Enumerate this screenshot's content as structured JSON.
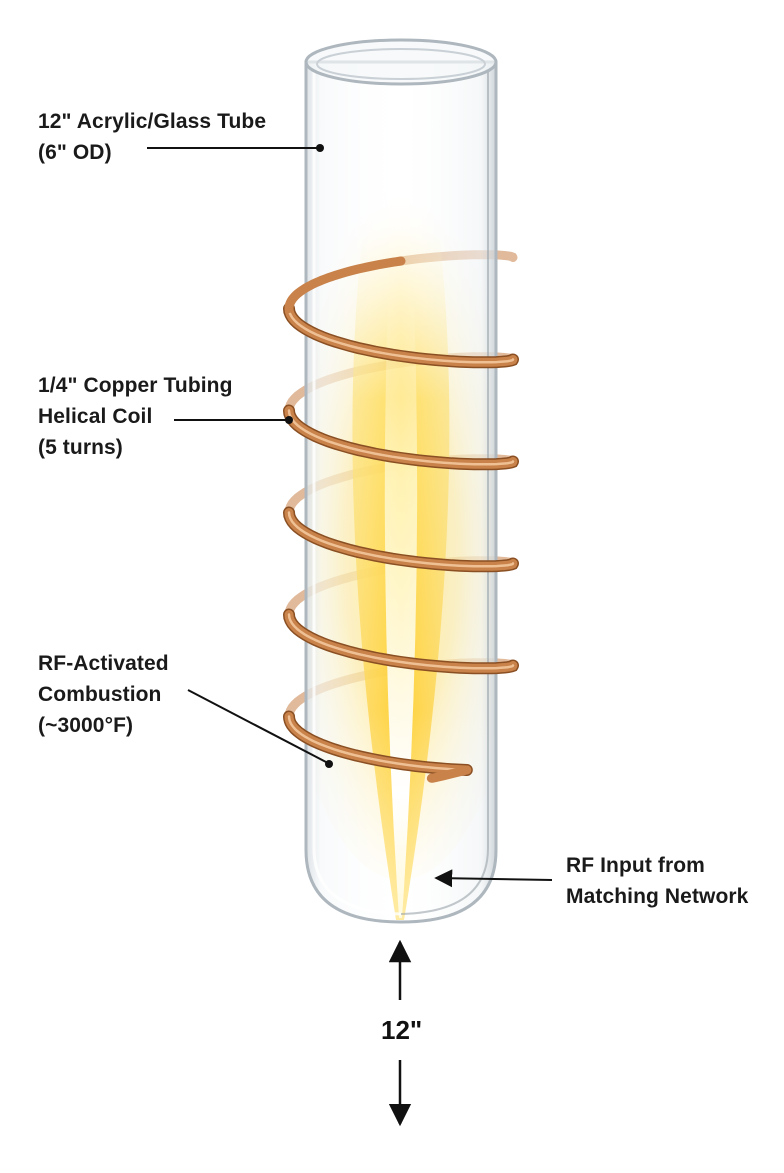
{
  "labels": {
    "tube": {
      "line1": "12\" Acrylic/Glass Tube",
      "line2": "(6\" OD)"
    },
    "coil": {
      "line1": "1/4\" Copper Tubing",
      "line2": "Helical Coil",
      "line3": "(5 turns)"
    },
    "combustion": {
      "line1": "RF-Activated",
      "line2": "Combustion",
      "line3": "(~3000°F)"
    },
    "rf_input": {
      "line1": "RF Input from",
      "line2": "Matching Network"
    }
  },
  "dimension": {
    "length": "12\""
  },
  "coil": {
    "turns": 5
  },
  "colors": {
    "copper": "#c8824a",
    "copper_dark": "#8a4f22",
    "flame_core": "#fffbe0",
    "flame_outer": "#f5c400",
    "glass_edge": "#b9c2c8",
    "leader": "#111111"
  }
}
